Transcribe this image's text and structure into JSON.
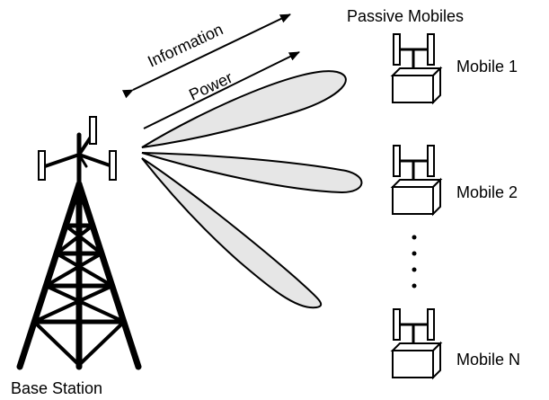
{
  "labels": {
    "information": "Information",
    "power": "Power",
    "passive_mobiles": "Passive Mobiles",
    "base_station": "Base Station",
    "ellipsis": "⋮"
  },
  "mobiles": [
    {
      "label": "Mobile 1"
    },
    {
      "label": "Mobile 2"
    },
    {
      "label": "Mobile N"
    }
  ],
  "colors": {
    "stroke": "#000000",
    "beam_fill": "#e6e6e6",
    "background": "#ffffff"
  }
}
